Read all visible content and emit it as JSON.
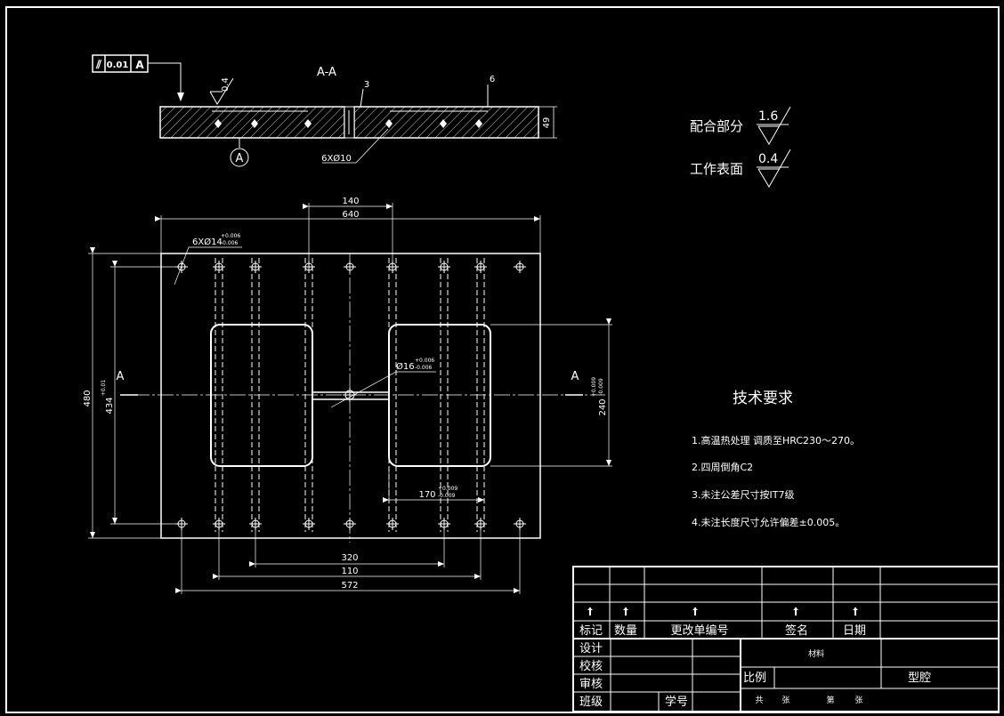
{
  "section": {
    "title": "A-A",
    "label_3": "3",
    "label_6": "6",
    "holes": "6XØ10",
    "thickness": "49",
    "datum": "A",
    "roughness_top": "0.4",
    "fcf": {
      "symbol": "⫽",
      "tol": "0.01",
      "datum": "A"
    }
  },
  "plan": {
    "dim_140": "140",
    "dim_640": "640",
    "holes_dim": "6XØ14",
    "holes_tol_up": "+0.006",
    "holes_tol_down": "-0.006",
    "center_dim": "Ø16",
    "center_tol_up": "+0.006",
    "center_tol_down": "-0.006",
    "dim_480": "480",
    "dim_434": "434",
    "dim_434_tol": "+0.01",
    "dim_240": "240",
    "dim_240_tol_up": "+0.009",
    "dim_240_tol_down": "-0.009",
    "dim_170": "170",
    "dim_170_tol_up": "+0.009",
    "dim_170_tol_down": "-0.009",
    "dim_320": "320",
    "dim_110": "110",
    "dim_572": "572",
    "section_mark_left": "A",
    "section_mark_right": "A"
  },
  "roughness": [
    {
      "label": "配合部分",
      "value": "1.6"
    },
    {
      "label": "工作表面",
      "value": "0.4"
    }
  ],
  "tech_req": {
    "title": "技术要求",
    "items": [
      "1.高温热处理 调质至HRC230～270。",
      "2.四周倒角C2",
      "3.未注公差尺寸按IT7级",
      "4.未注长度尺寸允许偏差±0.005。"
    ]
  },
  "title_block": {
    "rev_headers": [
      "标记",
      "数量",
      "更改单编号",
      "签名",
      "日期"
    ],
    "rows": [
      "设计",
      "校核",
      "审核",
      "班级"
    ],
    "student_no": "学号",
    "material": "材料",
    "scale": "比例",
    "part_name": "型腔",
    "total": "共",
    "sheet": "张",
    "page": "第",
    "sheet2": "张"
  }
}
